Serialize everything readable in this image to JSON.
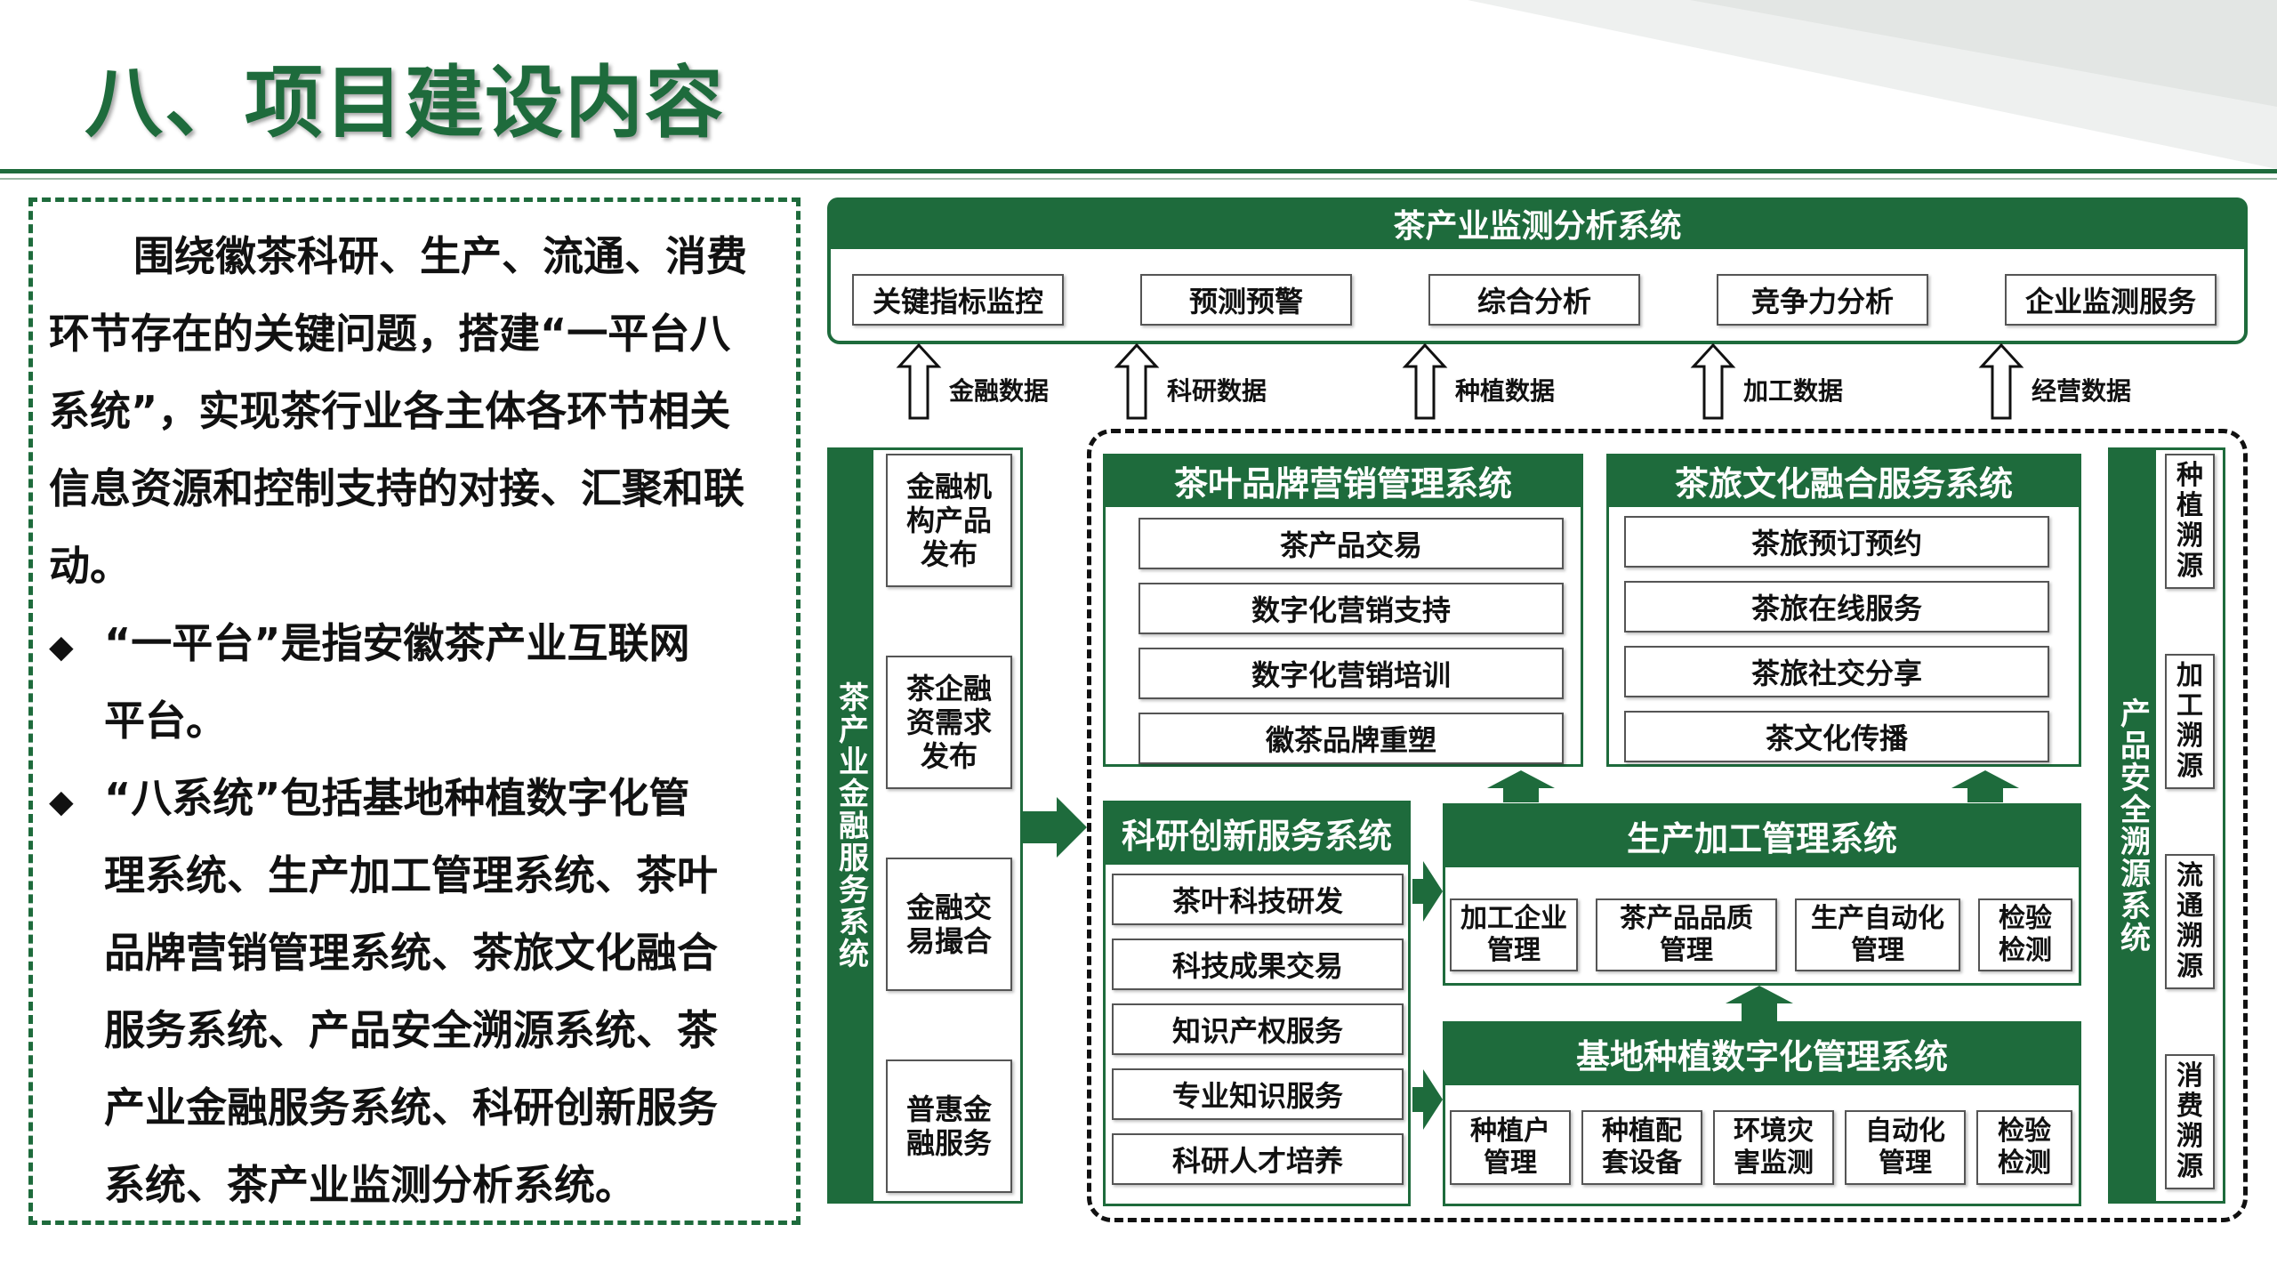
{
  "page_title": "八、项目建设内容",
  "left": {
    "intro": "围绕徽茶科研、生产、流通、消费环节存在的关键问题，搭建“一平台八系统”，实现茶行业各主体各环节相关信息资源和控制支持的对接、汇聚和联动。",
    "intro_lines": [
      "围绕徽茶科研、生产、流通、消费",
      "环节存在的关键问题，搭建“一平台八",
      "系统”，实现茶行业各主体各环节相关",
      "信息资源和控制支持的对接、汇聚和联",
      "动。"
    ],
    "bullet1_lines": [
      "“一平台”是指安徽茶产业互联网",
      "平台。"
    ],
    "bullet2_lines": [
      "“八系统”包括基地种植数字化管",
      "理系统、生产加工管理系统、茶叶",
      "品牌营销管理系统、茶旅文化融合",
      "服务系统、产品安全溯源系统、茶",
      "产业金融服务系统、科研创新服务",
      "系统、茶产业监测分析系统。"
    ]
  },
  "monitor": {
    "title": "茶产业监测分析系统",
    "items": [
      "关键指标监控",
      "预测预警",
      "综合分析",
      "竞争力分析",
      "企业监测服务"
    ]
  },
  "flows": [
    "金融数据",
    "科研数据",
    "种植数据",
    "加工数据",
    "经营数据"
  ],
  "finance": {
    "title": "茶产业金融服务系统",
    "items": [
      "金融机构产品发布",
      "茶企融资需求发布",
      "金融交易撮合",
      "普惠金融服务"
    ]
  },
  "brand": {
    "title": "茶叶品牌营销管理系统",
    "items": [
      "茶产品交易",
      "数字化营销支持",
      "数字化营销培训",
      "徽茶品牌重塑"
    ]
  },
  "tourism": {
    "title": "茶旅文化融合服务系统",
    "items": [
      "茶旅预订预约",
      "茶旅在线服务",
      "茶旅社交分享",
      "茶文化传播"
    ]
  },
  "research": {
    "title": "科研创新服务系统",
    "items": [
      "茶叶科技研发",
      "科技成果交易",
      "知识产权服务",
      "专业知识服务",
      "科研人才培养"
    ]
  },
  "processing": {
    "title": "生产加工管理系统",
    "items": [
      "加工企业管理",
      "茶产品品质管理",
      "生产自动化管理",
      "检验检测"
    ]
  },
  "planting": {
    "title": "基地种植数字化管理系统",
    "items": [
      "种植户管理",
      "种植配套设备",
      "环境灾害监测",
      "自动化管理",
      "检验检测"
    ]
  },
  "trace": {
    "title": "产品安全溯源系统",
    "items": [
      "种植溯源",
      "加工溯源",
      "流通溯源",
      "消费溯源"
    ]
  },
  "colors": {
    "primary": "#1e6b3c",
    "border_dark": "#555555"
  }
}
